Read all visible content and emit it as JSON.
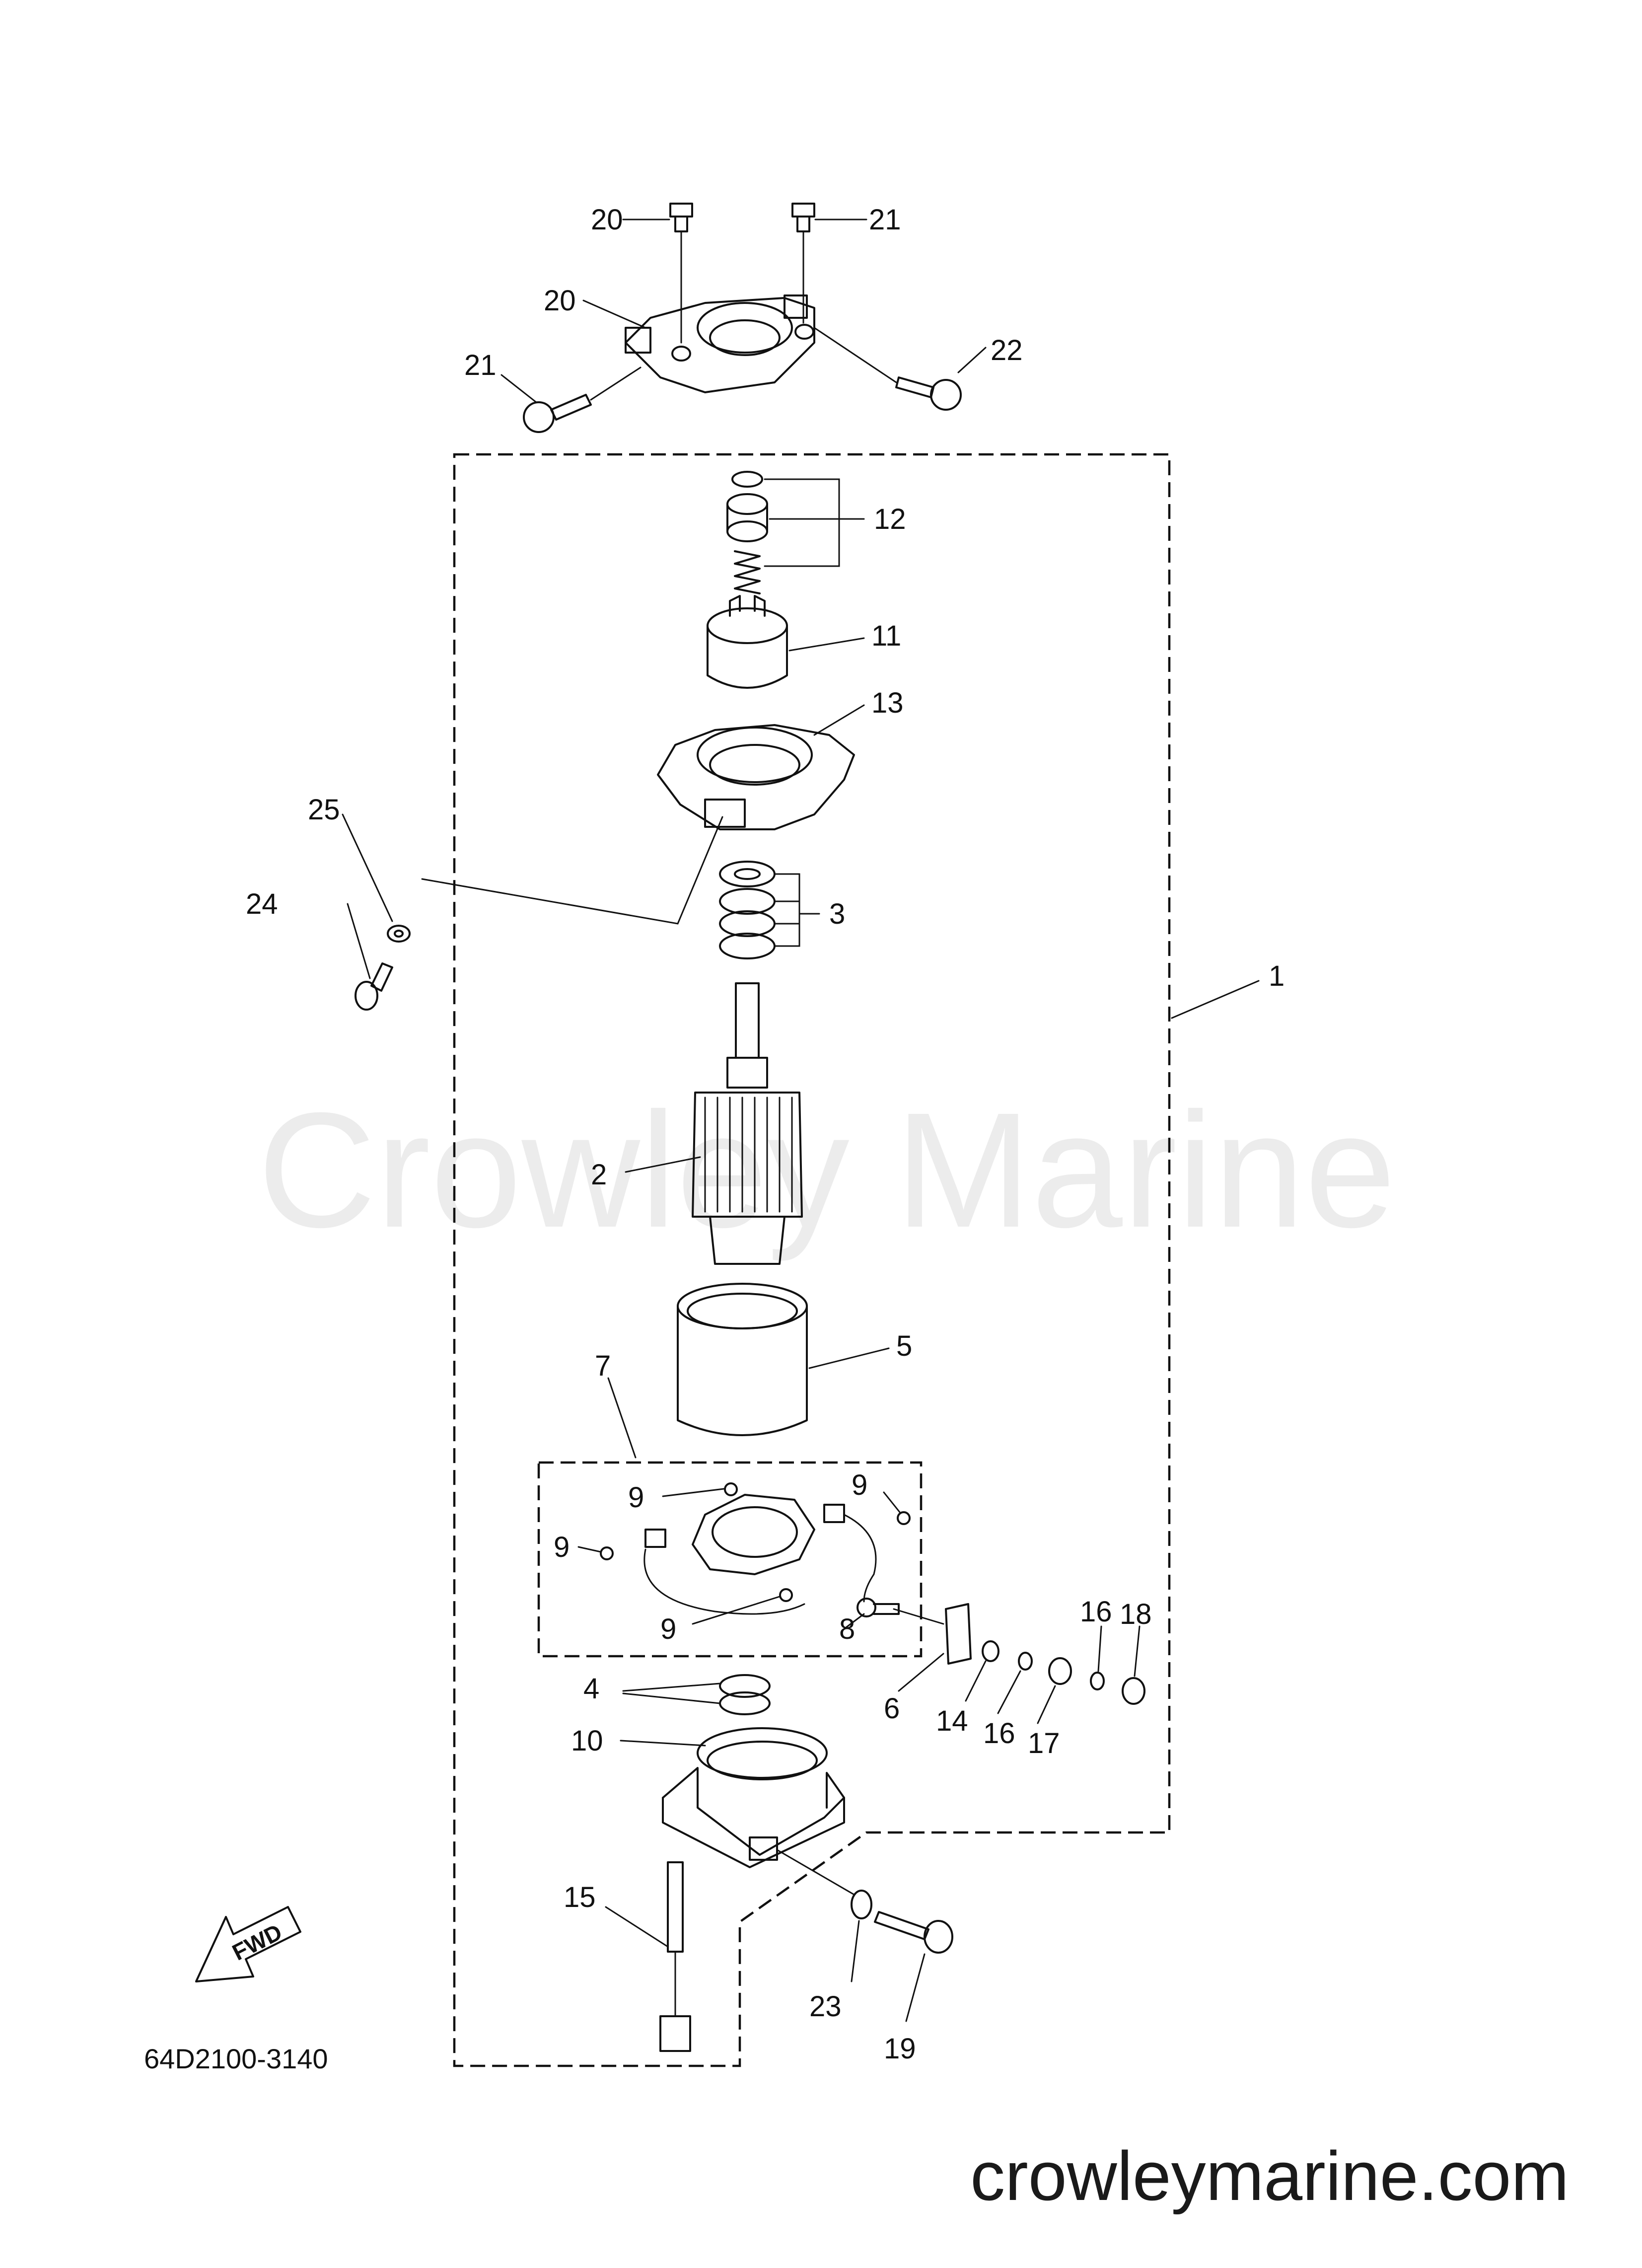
{
  "watermark": "Crowley Marine",
  "website": "crowleymarine.com",
  "diagram_code": "64D2100-3140",
  "fwd_label": "FWD",
  "callouts": [
    {
      "id": "c1",
      "text": "1"
    },
    {
      "id": "c2",
      "text": "2"
    },
    {
      "id": "c3",
      "text": "3"
    },
    {
      "id": "c4",
      "text": "4"
    },
    {
      "id": "c5",
      "text": "5"
    },
    {
      "id": "c6",
      "text": "6"
    },
    {
      "id": "c7",
      "text": "7"
    },
    {
      "id": "c8",
      "text": "8"
    },
    {
      "id": "c9a",
      "text": "9"
    },
    {
      "id": "c9b",
      "text": "9"
    },
    {
      "id": "c9c",
      "text": "9"
    },
    {
      "id": "c9d",
      "text": "9"
    },
    {
      "id": "c10",
      "text": "10"
    },
    {
      "id": "c11",
      "text": "11"
    },
    {
      "id": "c12",
      "text": "12"
    },
    {
      "id": "c13",
      "text": "13"
    },
    {
      "id": "c14",
      "text": "14"
    },
    {
      "id": "c15",
      "text": "15"
    },
    {
      "id": "c16a",
      "text": "16"
    },
    {
      "id": "c16b",
      "text": "16"
    },
    {
      "id": "c17",
      "text": "17"
    },
    {
      "id": "c18",
      "text": "18"
    },
    {
      "id": "c19",
      "text": "19"
    },
    {
      "id": "c20a",
      "text": "20"
    },
    {
      "id": "c20b",
      "text": "20"
    },
    {
      "id": "c21a",
      "text": "21"
    },
    {
      "id": "c21b",
      "text": "21"
    },
    {
      "id": "c22",
      "text": "22"
    },
    {
      "id": "c23",
      "text": "23"
    },
    {
      "id": "c24",
      "text": "24"
    },
    {
      "id": "c25",
      "text": "25"
    }
  ]
}
